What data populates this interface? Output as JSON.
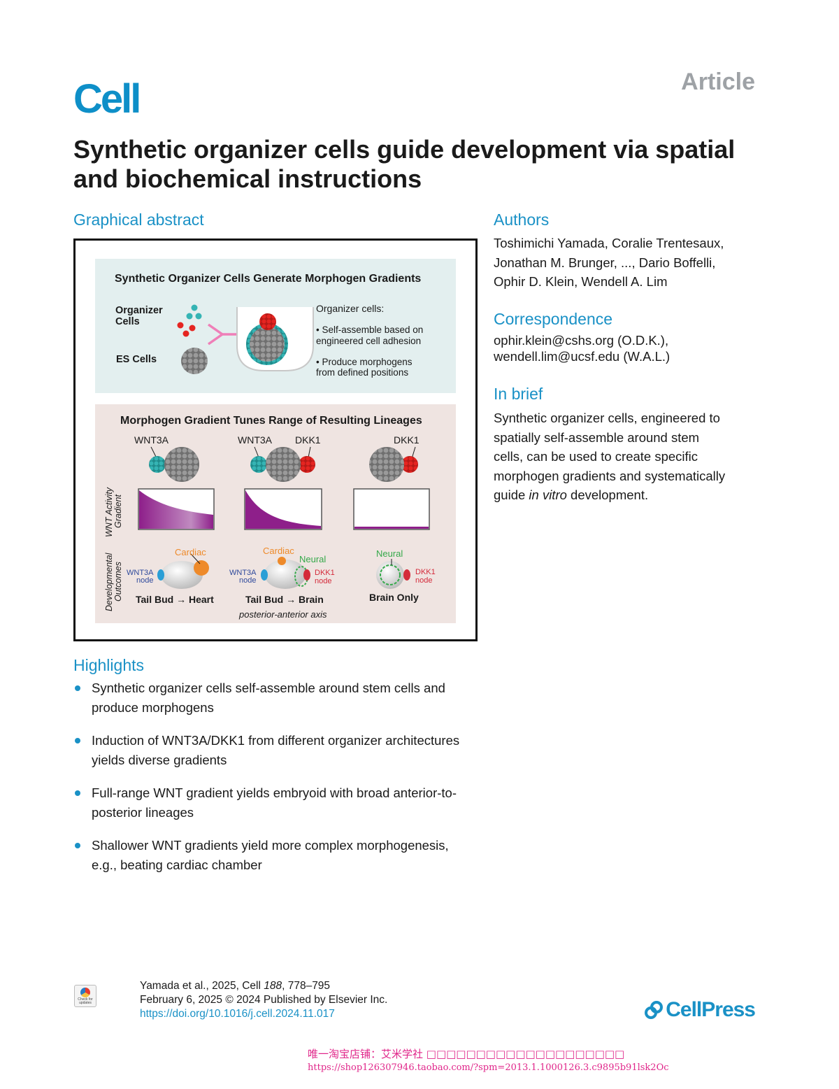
{
  "header": {
    "journal": "Cell",
    "article_type": "Article"
  },
  "title": "Synthetic organizer cells guide development via spatial and biochemical instructions",
  "graphical_abstract": {
    "heading": "Graphical abstract",
    "panel1": {
      "title": "Synthetic Organizer Cells Generate Morphogen Gradients",
      "organizer_label_1": "Organizer",
      "organizer_label_2": "Cells",
      "es_label": "ES Cells",
      "info_title": "Organizer cells:",
      "bullet1_line1": "• Self-assemble based on",
      "bullet1_line2": "engineered cell adhesion",
      "bullet2_line1": "•   Produce    morphogens",
      "bullet2_line2": "from defined positions"
    },
    "panel2": {
      "title": "Morphogen Gradient Tunes Range of Resulting Lineages",
      "col1_label": "WNT3A",
      "col2_label_a": "WNT3A",
      "col2_label_b": "DKK1",
      "col3_label": "DKK1",
      "side_label_1a": "WNT Activity",
      "side_label_1b": "Gradient",
      "side_label_2a": "Developmental",
      "side_label_2b": "Outcomes",
      "cardiac": "Cardiac",
      "neural": "Neural",
      "wnt3a_node_1": "WNT3A",
      "wnt3a_node_2": "node",
      "dkk1_node_1": "DKK1",
      "dkk1_node_2": "node",
      "outcome1": "Tail Bud → Heart",
      "outcome2": "Tail Bud → Brain",
      "outcome3": "Brain Only",
      "axis_label": "posterior-anterior axis"
    },
    "colors": {
      "panel1_bg": "#e3efef",
      "panel2_bg": "#efe4e1",
      "gradient_purple": "#8e1f8a",
      "organizer_teal": "#35b4b4",
      "organizer_red": "#e52521",
      "es_gray": "#8c8c8c",
      "arrow_pink": "#ef7fb8",
      "cardiac_orange": "#ee8a2a",
      "neural_green": "#35a94a",
      "wnt3a_blue": "#2f4a9c",
      "dkk1_red": "#d42a3a"
    }
  },
  "authors": {
    "heading": "Authors",
    "line1": "Toshimichi Yamada, Coralie Trentesaux,",
    "line2": "Jonathan M. Brunger, ..., Dario Boffelli,",
    "line3": "Ophir D. Klein, Wendell A. Lim"
  },
  "correspondence": {
    "heading": "Correspondence",
    "line1": "ophir.klein@cshs.org (O.D.K.),",
    "line2": "wendell.lim@ucsf.edu (W.A.L.)"
  },
  "in_brief": {
    "heading": "In brief",
    "line1": "Synthetic organizer cells, engineered to",
    "line2": "spatially self-assemble around stem",
    "line3": "cells, can be used to create specific",
    "line4": "morphogen gradients and systematically",
    "line5_pre": "guide ",
    "line5_em": "in vitro",
    "line5_post": " development."
  },
  "highlights": {
    "heading": "Highlights",
    "items": [
      "Synthetic organizer cells self-assemble around stem cells and produce morphogens",
      "Induction of WNT3A/DKK1 from different organizer architectures yields diverse gradients",
      "Full-range WNT gradient yields embryoid with broad anterior-to-posterior lineages",
      "Shallower WNT gradients yield more complex morphogenesis, e.g., beating cardiac chamber"
    ]
  },
  "footer": {
    "citation_pre": "Yamada et al., 2025, Cell ",
    "citation_vol": "188",
    "citation_post": ", 778–795",
    "date_line": "February 6, 2025 © 2024 Published by Elsevier Inc.",
    "doi": "https://doi.org/10.1016/j.cell.2024.11.017",
    "badge_text": "Check for updates",
    "publisher": "CellPress"
  },
  "watermark": {
    "line1": "唯一淘宝店铺：艾米学社 □□□□□□□□□□□□□□□□□□□□",
    "line2": "https://shop126307946.taobao.com/?spm=2013.1.1000126.3.c9895b91lsk2Oc"
  }
}
